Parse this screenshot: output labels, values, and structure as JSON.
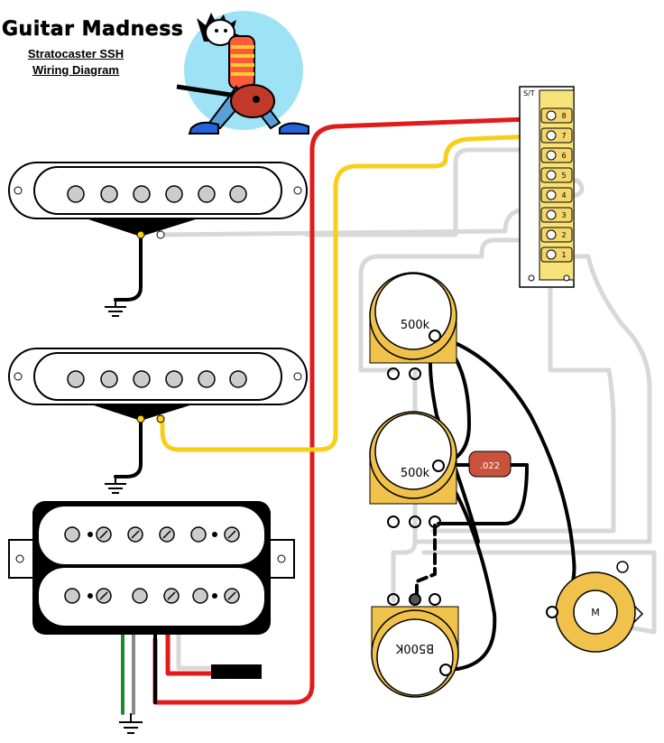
{
  "header": {
    "brand": "Guitar Madness",
    "title_line1": "Stratocaster SSH",
    "title_line2": "Wiring Diagram"
  },
  "switch": {
    "label": "S/T",
    "terminals": [
      "8",
      "7",
      "6",
      "5",
      "4",
      "3",
      "2",
      "1"
    ]
  },
  "pots": {
    "volume_label": "500k",
    "tone_label": "500k",
    "blend_label": "B500K"
  },
  "capacitor": {
    "label": ".022"
  },
  "jack": {
    "label": "M"
  },
  "colors": {
    "red_wire": "#e11b1b",
    "yellow_wire": "#f7cf1a",
    "white_wire": "#d8d8d8",
    "black_wire": "#000000",
    "green_wire": "#1f8a2c",
    "pot_body": "#f0c24b",
    "cap_body": "#c8523c",
    "sky_circle": "#9ee3f5"
  }
}
